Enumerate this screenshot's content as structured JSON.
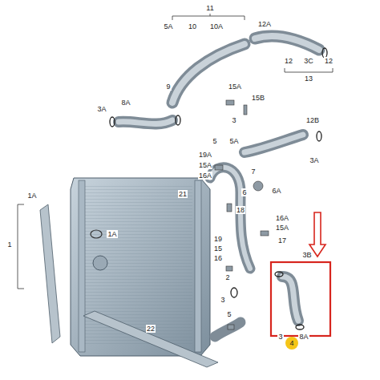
{
  "diagram": {
    "nodes": [
      {
        "text": [
          "4"
        ]
      }
    ],
    "labels": [
      "11",
      "5A",
      "10",
      "10A",
      "12A",
      "12",
      "3C",
      "12",
      "13",
      "9",
      "15A",
      "15B",
      "8A",
      "3A",
      "3",
      "12B",
      "5",
      "5A",
      "3A",
      "19A",
      "15A",
      "16A",
      "7",
      "6",
      "6A",
      "18",
      "16A",
      "15A",
      "19",
      "15",
      "16",
      "17",
      "1A",
      "1A",
      "1",
      "21",
      "3B",
      "2",
      "5",
      "3",
      "22",
      "3",
      "8A"
    ]
  }
}
